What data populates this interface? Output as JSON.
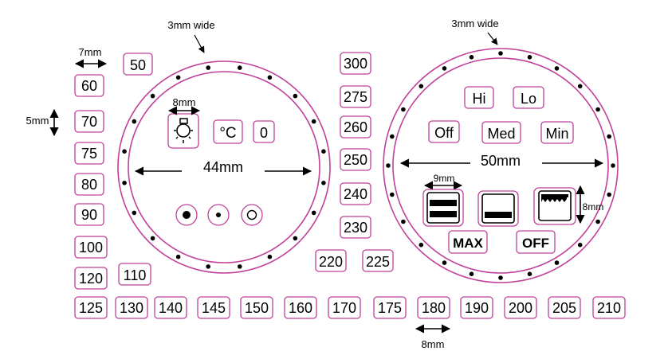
{
  "annotations": {
    "left_ring_width": "3mm wide",
    "right_ring_width": "3mm wide",
    "badge_width": "7mm",
    "badge_height": "5mm",
    "left_dial_diameter": "44mm",
    "left_icon_width": "8mm",
    "right_dial_diameter": "50mm",
    "right_icon_width": "9mm",
    "right_icon_height": "8mm",
    "bottom_spacing": "8mm"
  },
  "left_column_labels": [
    "60",
    "70",
    "75",
    "80",
    "90",
    "100",
    "120",
    "125"
  ],
  "label_50": "50",
  "label_110": "110",
  "bottom_row_labels": [
    "130",
    "140",
    "145",
    "150",
    "160",
    "170",
    "175",
    "180",
    "190",
    "200",
    "205",
    "210"
  ],
  "middle_column_labels": [
    "300",
    "275",
    "260",
    "250",
    "240",
    "230"
  ],
  "label_220": "220",
  "label_225": "225",
  "left_dial": {
    "celsius": "°C",
    "zero": "0",
    "icons": [
      "lamp-icon",
      "large-dot-icon",
      "small-dot-icon",
      "ring-icon"
    ]
  },
  "right_dial": {
    "hi": "Hi",
    "lo": "Lo",
    "off": "Off",
    "med": "Med",
    "min": "Min",
    "max_bold": "MAX",
    "off_bold": "OFF",
    "icons": [
      "dual-heat-icon",
      "bottom-heat-icon",
      "grill-icon"
    ]
  },
  "colors": {
    "outline": "#c0409a",
    "text": "#000000"
  }
}
